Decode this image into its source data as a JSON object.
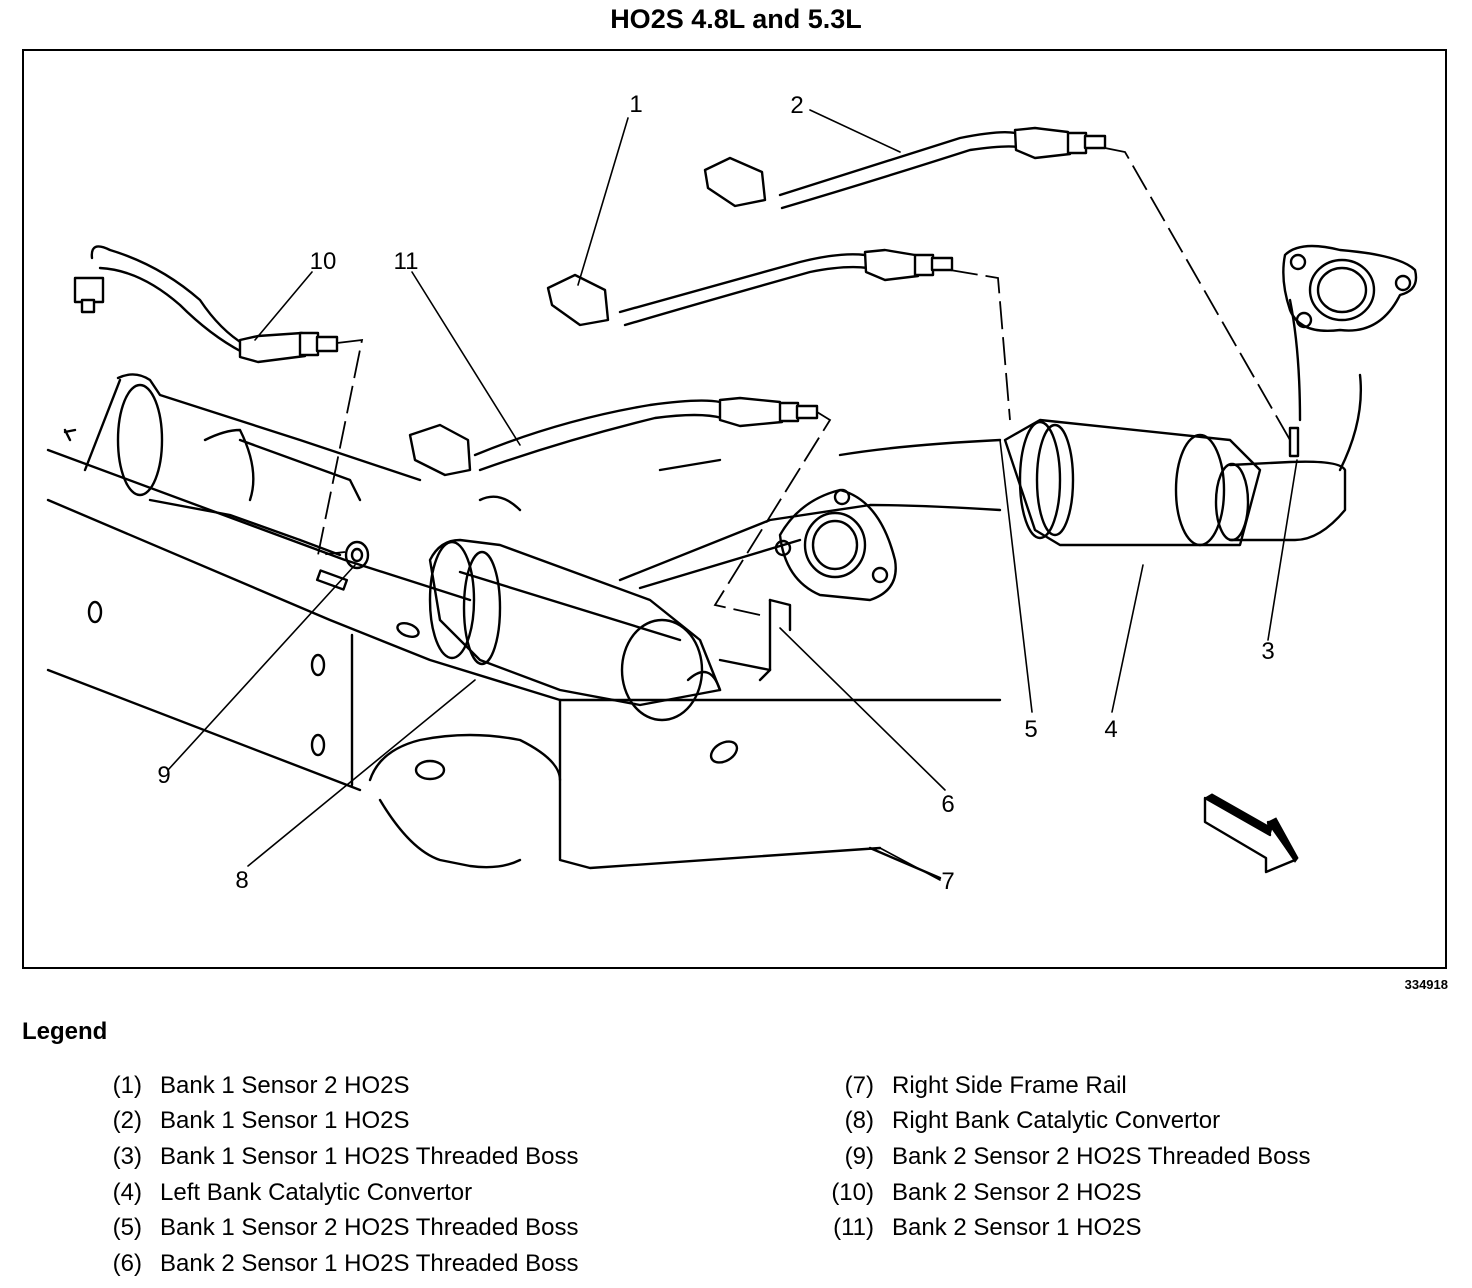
{
  "title": "HO2S 4.8L and 5.3L",
  "figure_id": "334918",
  "callouts": [
    "1",
    "2",
    "3",
    "4",
    "5",
    "6",
    "7",
    "8",
    "9",
    "10",
    "11"
  ],
  "view_direction_icon": "arrow-forward-icon",
  "legend": {
    "title": "Legend",
    "items": [
      {
        "num": "(1)",
        "text": "Bank 1 Sensor 2 HO2S"
      },
      {
        "num": "(2)",
        "text": "Bank 1 Sensor 1 HO2S"
      },
      {
        "num": "(3)",
        "text": "Bank 1 Sensor 1 HO2S Threaded Boss"
      },
      {
        "num": "(4)",
        "text": "Left Bank Catalytic Convertor"
      },
      {
        "num": "(5)",
        "text": "Bank 1 Sensor 2 HO2S Threaded Boss"
      },
      {
        "num": "(6)",
        "text": "Bank 2 Sensor 1 HO2S Threaded Boss"
      },
      {
        "num": "(7)",
        "text": "Right Side Frame Rail"
      },
      {
        "num": "(8)",
        "text": "Right Bank Catalytic Convertor"
      },
      {
        "num": "(9)",
        "text": "Bank 2 Sensor 2 HO2S Threaded Boss"
      },
      {
        "num": "(10)",
        "text": "Bank 2 Sensor 2 HO2S"
      },
      {
        "num": "(11)",
        "text": "Bank 2 Sensor 1 HO2S"
      }
    ]
  }
}
